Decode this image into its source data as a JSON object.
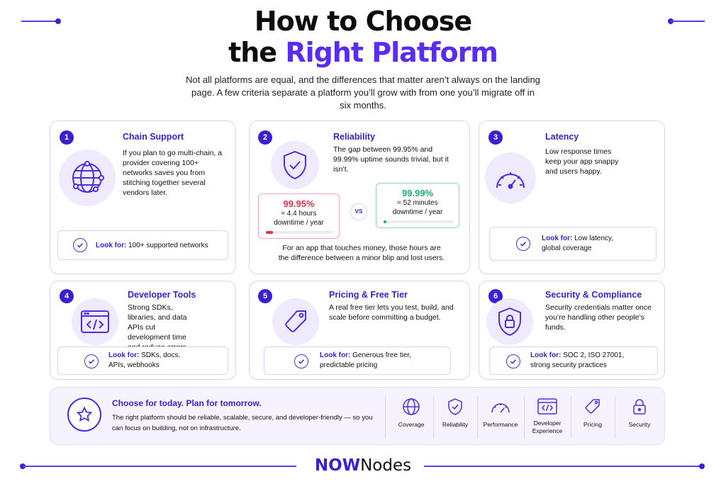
{
  "header": {
    "title_line1": "How to Choose",
    "title_line2_plain": "the",
    "title_line2_accent": "Right Platform",
    "subtitle": "Not all platforms are equal, and the differences that matter aren’t always on the landing page. A few criteria separate a platform you’ll grow with from one you’ll migrate off in six months."
  },
  "cards": [
    {
      "num": "1",
      "title": "Chain Support",
      "icon": "globe-network-icon",
      "text": "If you plan to go multi-chain, a provider covering 100+ networks saves you from stitching together several vendors later.",
      "lookfor_label": "Look for:",
      "lookfor_text": "100+ supported networks"
    },
    {
      "num": "2",
      "title": "Reliability",
      "icon": "shield-check-icon",
      "text": "The gap between 99.95% and 99.99% uptime sounds trivial, but it isn’t.",
      "stat_a_value": "99.95%",
      "stat_a_desc": "≈ 4.4 hours downtime / year",
      "stat_a_level": 0.1,
      "stat_b_value": "99.99%",
      "stat_b_desc": "≈ 52 minutes downtime / year",
      "stat_b_level": 0.04,
      "vs": "VS",
      "footer_text": "For an app that touches money, those hours are the difference between a minor blip and lost users."
    },
    {
      "num": "3",
      "title": "Latency",
      "icon": "speedometer-icon",
      "text": "Low response times keep your app snappy and users happy.",
      "lookfor_label": "Look for:",
      "lookfor_text": "Low latency, global coverage"
    },
    {
      "num": "4",
      "title": "Developer Tools",
      "icon": "code-window-icon",
      "text": "Strong SDKs, libraries, and data APIs cut development time and reduce errors.",
      "lookfor_label": "Look for:",
      "lookfor_text": "SDKs, docs, APIs, webhooks"
    },
    {
      "num": "5",
      "title": "Pricing & Free Tier",
      "icon": "price-tag-icon",
      "text": "A real free tier lets you test, build, and scale before committing a budget.",
      "lookfor_label": "Look for:",
      "lookfor_text": "Generous free tier, predictable pricing"
    },
    {
      "num": "6",
      "title": "Security & Compliance",
      "icon": "shield-lock-icon",
      "text": "Security credentials matter once you’re handling other people’s funds.",
      "lookfor_label": "Look for:",
      "lookfor_text": "SOC 2, ISO 27001, strong security practices"
    }
  ],
  "summary": {
    "title": "Choose for today. Plan for tomorrow.",
    "text": "The right platform should be reliable, scalable, secure, and developer-friendly — so you can focus on building, not on infrastructure.",
    "items": [
      "Coverage",
      "Reliability",
      "Performance",
      "Developer Experience",
      "Pricing",
      "Security"
    ]
  },
  "brand": {
    "part1": "NOW",
    "part2": "Nodes"
  },
  "colors": {
    "accent": "#3b1fd1",
    "red": "#e0334a",
    "green": "#1fae6e",
    "card_border": "#d9d2fb"
  }
}
